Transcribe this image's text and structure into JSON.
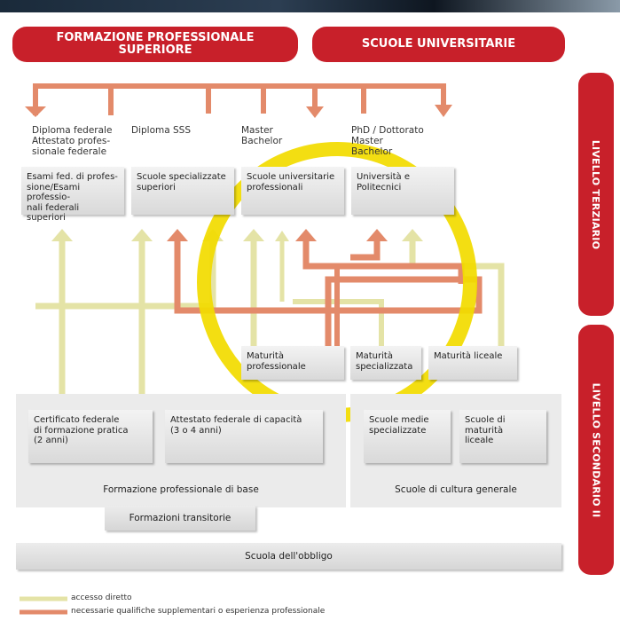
{
  "header": {
    "left_pill": "FORMAZIONE PROFESSIONALE\nSUPERIORE",
    "right_pill": "SCUOLE UNIVERSITARIE"
  },
  "side": {
    "terziario": "LIVELLO TERZIARIO",
    "secondario": "LIVELLO SECONDARIO II"
  },
  "degrees": {
    "d1": "Diploma federale\nAttestato profes-\nsionale federale",
    "d2": "Diploma SSS",
    "d3": "Master\nBachelor",
    "d4": "PhD / Dottorato\nMaster\nBachelor"
  },
  "tertiary_boxes": {
    "b1": "Esami fed. di profes-\nsione/Esami professio-\nnali federali superiori",
    "b2": "Scuole specializzate\nsuperiori",
    "b3": "Scuole universitarie\nprofessionali",
    "b4": "Università e\nPolitecnici"
  },
  "maturity": {
    "m1": "Maturità\nprofessionale",
    "m2": "Maturità\nspecializzata",
    "m3": "Maturità liceale"
  },
  "secondary": {
    "cert": "Certificato federale\ndi formazione pratica\n(2 anni)",
    "attest": "Attestato federale di capacità\n(3 o 4 anni)",
    "fp_base": "Formazione professionale di base",
    "smed": "Scuole medie\nspecializzate",
    "smat": "Scuole di\nmaturità\nliceale",
    "cultura": "Scuole di cultura generale",
    "transit": "Formazioni transitorie",
    "obbligo": "Scuola dell'obbligo"
  },
  "legend": {
    "direct": "accesso diretto",
    "supp": "necessarie qualifiche supplementari o esperienza professionale"
  },
  "colors": {
    "red": "#c8202a",
    "orange_arrow": "#e38a6a",
    "yellow_arrow": "#e4e3a6",
    "highlight": "#f2dc00"
  }
}
